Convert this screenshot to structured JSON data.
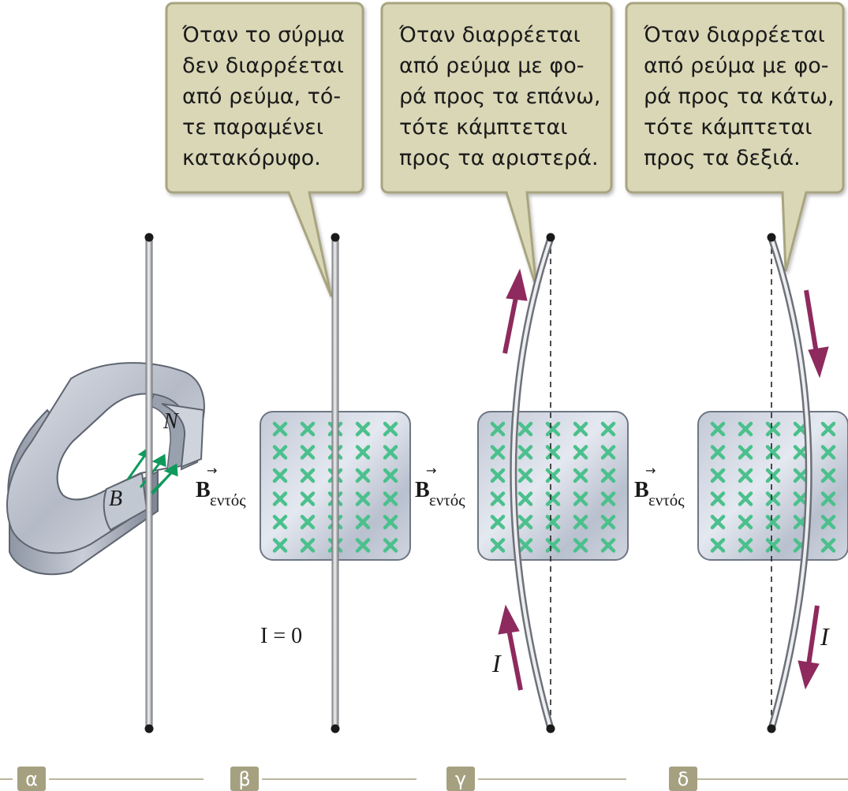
{
  "callouts": {
    "b": [
      "Όταν το σύρμα",
      "δεν διαρρέεται",
      "από ρεύμα, τό-",
      "τε παραμένει",
      "κατακόρυφο."
    ],
    "g": [
      "Όταν διαρρέεται",
      "από ρεύμα με φο-",
      "ρά προς τα επάνω,",
      "τότε κάμπτεται",
      "προς τα αριστερά."
    ],
    "d": [
      "Όταν διαρρέεται",
      "από ρεύμα με φο-",
      "ρά προς τα κάτω,",
      "τότε κάμπτεται",
      "προς τα δεξιά."
    ]
  },
  "field_label": {
    "symbol": "B",
    "subscript": "εντός"
  },
  "magnet_labels": {
    "north": "N",
    "south": "B"
  },
  "current_symbol": "I",
  "zero_current_label": "I = 0",
  "panel_tags": [
    "α",
    "β",
    "γ",
    "δ"
  ],
  "colors": {
    "callout_fill": "#d9d7b6",
    "callout_stroke": "#a8a47f",
    "current_arrow": "#8e2a5e",
    "field_cross": "#4bc08c",
    "field_line": "#0e9a5c",
    "tag_fill": "#a5a180"
  }
}
